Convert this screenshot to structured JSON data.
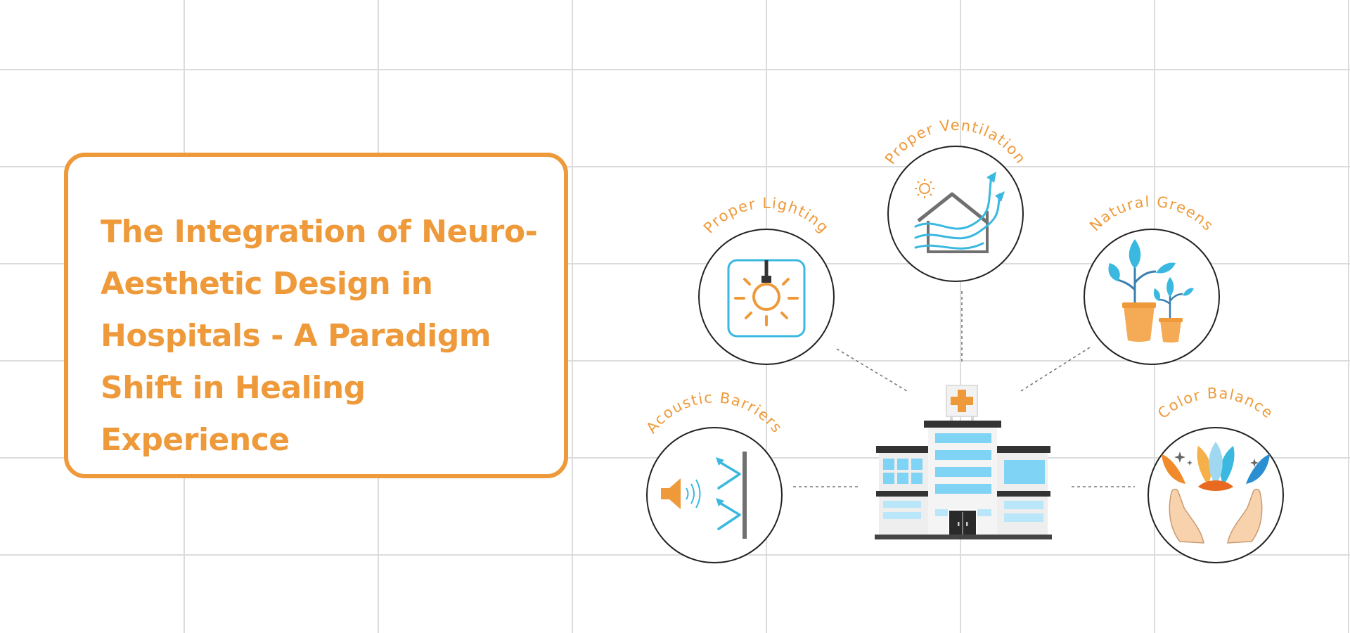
{
  "title": "The Integration of Neuro-Aesthetic Design in Hospitals - A Paradigm Shift in Healing Experience",
  "features": [
    {
      "id": "lighting",
      "label": "Proper Lighting",
      "icon": "lightbulb-icon"
    },
    {
      "id": "ventilation",
      "label": "Proper Ventilation",
      "icon": "ventilation-house-icon"
    },
    {
      "id": "greens",
      "label": "Natural Greens",
      "icon": "potted-plants-icon"
    },
    {
      "id": "acoustic",
      "label": "Acoustic Barriers",
      "icon": "speaker-sound-barrier-icon"
    },
    {
      "id": "color",
      "label": "Color Balance",
      "icon": "lotus-hands-icon"
    }
  ],
  "center": {
    "icon": "hospital-building-icon"
  },
  "colors": {
    "accent": "#ee9a3a",
    "blue": "#3ab8e0",
    "grid": "#dcdcdc",
    "outline": "#222222",
    "gray": "#707070"
  }
}
